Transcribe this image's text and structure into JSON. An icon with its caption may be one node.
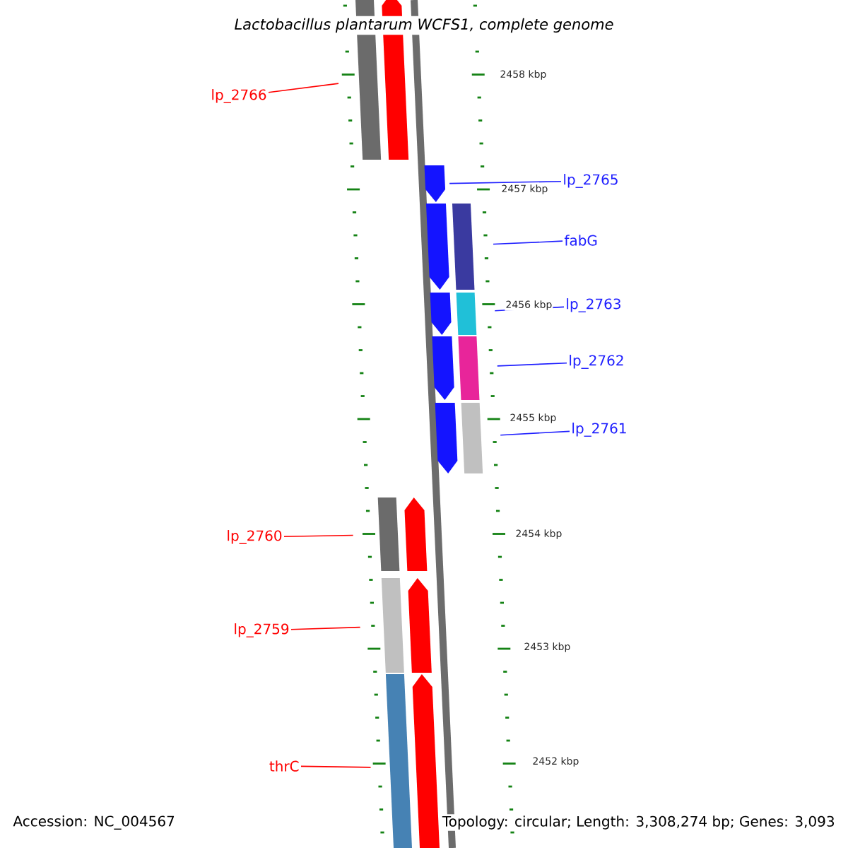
{
  "diagram": {
    "title": "Lactobacillus plantarum WCFS1, complete genome",
    "nodes": [
      {
        "text": [
          "lp_2766"
        ]
      },
      {
        "text": [],
        "shape": "arrow"
      },
      {
        "text": [
          "lp_2765"
        ]
      },
      {
        "text": [],
        "shape": "arrow"
      },
      {
        "text": [
          "fabG"
        ]
      },
      {
        "text": [],
        "shape": "arrow"
      },
      {
        "text": [
          "lp_2763"
        ]
      },
      {
        "text": [],
        "shape": "arrow"
      },
      {
        "text": [
          "lp_2762"
        ]
      },
      {
        "text": [],
        "shape": "arrow"
      },
      {
        "text": [
          "lp_2761"
        ]
      },
      {
        "text": [],
        "shape": "arrow"
      },
      {
        "text": [
          "lp_2760"
        ]
      },
      {
        "text": [],
        "shape": "arrow"
      },
      {
        "text": [
          "lp_2759"
        ]
      },
      {
        "text": [],
        "shape": "arrow"
      },
      {
        "text": [
          "thrC"
        ]
      },
      {
        "text": [],
        "shape": "arrow"
      }
    ],
    "edges": [
      {
        "from": 0,
        "to": 1,
        "arrow": "none",
        "color": "#ff0000"
      },
      {
        "from": 2,
        "to": 3,
        "arrow": "none",
        "color": "#2020ff"
      },
      {
        "from": 4,
        "to": 5,
        "arrow": "none",
        "color": "#2020ff"
      },
      {
        "from": 6,
        "to": 7,
        "arrow": "none",
        "color": "#2020ff"
      },
      {
        "from": 8,
        "to": 9,
        "arrow": "none",
        "color": "#2020ff"
      },
      {
        "from": 10,
        "to": 11,
        "arrow": "none",
        "color": "#2020ff"
      },
      {
        "from": 12,
        "to": 13,
        "arrow": "none",
        "color": "#ff0000"
      },
      {
        "from": 14,
        "to": 15,
        "arrow": "none",
        "color": "#ff0000"
      },
      {
        "from": 16,
        "to": 17,
        "arrow": "none",
        "color": "#ff0000"
      }
    ],
    "labels": [
      "2458 kbp",
      "2457 kbp",
      "2456 kbp",
      "2455 kbp",
      "2454 kbp",
      "2453 kbp",
      "2452 kbp",
      "Accession: NC_004567",
      "Topology: circular; Length: 3,308,274 bp; Genes: 3,093"
    ]
  }
}
